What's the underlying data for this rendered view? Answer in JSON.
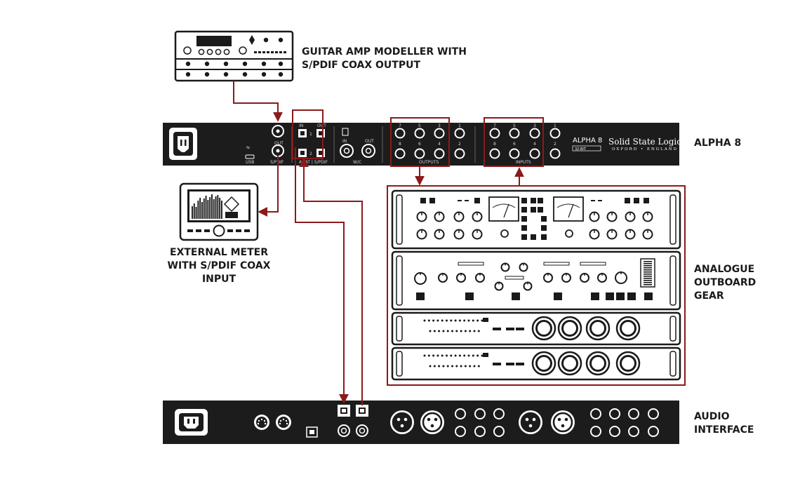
{
  "colors": {
    "cable": "#8b1a1a",
    "rack_fill": "#1c1c1c",
    "rack_text": "#ffffff",
    "outline": "#1a1a1a"
  },
  "labels": {
    "guitar_amp": [
      "GUITAR AMP MODELLER WITH",
      "S/PDIF COAX OUTPUT"
    ],
    "alpha8": "ALPHA 8",
    "external_meter": [
      "EXTERNAL METER",
      "WITH S/PDIF COAX",
      "INPUT"
    ],
    "outboard": [
      "ANALOGUE",
      "OUTBOARD",
      "GEAR"
    ],
    "audio_interface": [
      "AUDIO",
      "INTERFACE"
    ]
  },
  "alpha8_panel": {
    "usb": "USB",
    "spdif": "S/PDIF",
    "out": "OUT",
    "in": "IN",
    "adat_spdif": "ADAT | S/PDIF",
    "optical_1": "1",
    "optical_2": "2",
    "wc_in": "IN",
    "wc_out": "OUT",
    "wc_label": "W/C",
    "outputs_label": "OUTPUTS",
    "inputs_label": "INPUTS",
    "output_numbers_top": [
      "7",
      "5",
      "3",
      "1"
    ],
    "output_numbers_bottom": [
      "8",
      "6",
      "4",
      "2"
    ],
    "input_numbers_top": [
      "7",
      "5",
      "3",
      "1"
    ],
    "input_numbers_bottom": [
      "8",
      "6",
      "4",
      "2"
    ],
    "product_name": "ALPHA 8",
    "product_sub": "32-BIT",
    "brand": "Solid State Logic",
    "brand_sub": "OXFORD • ENGLAND"
  },
  "connections": [
    {
      "from": "guitar-amp-modeller",
      "to": "alpha8-spdif-in",
      "type": "S/PDIF coax"
    },
    {
      "from": "alpha8-spdif-out",
      "to": "external-meter",
      "type": "S/PDIF coax"
    },
    {
      "from": "alpha8-outputs",
      "to": "analogue-outboard-gear",
      "type": "analogue"
    },
    {
      "from": "analogue-outboard-gear",
      "to": "alpha8-inputs",
      "type": "analogue"
    },
    {
      "from": "alpha8-optical",
      "to": "audio-interface-optical",
      "type": "ADAT optical"
    }
  ]
}
